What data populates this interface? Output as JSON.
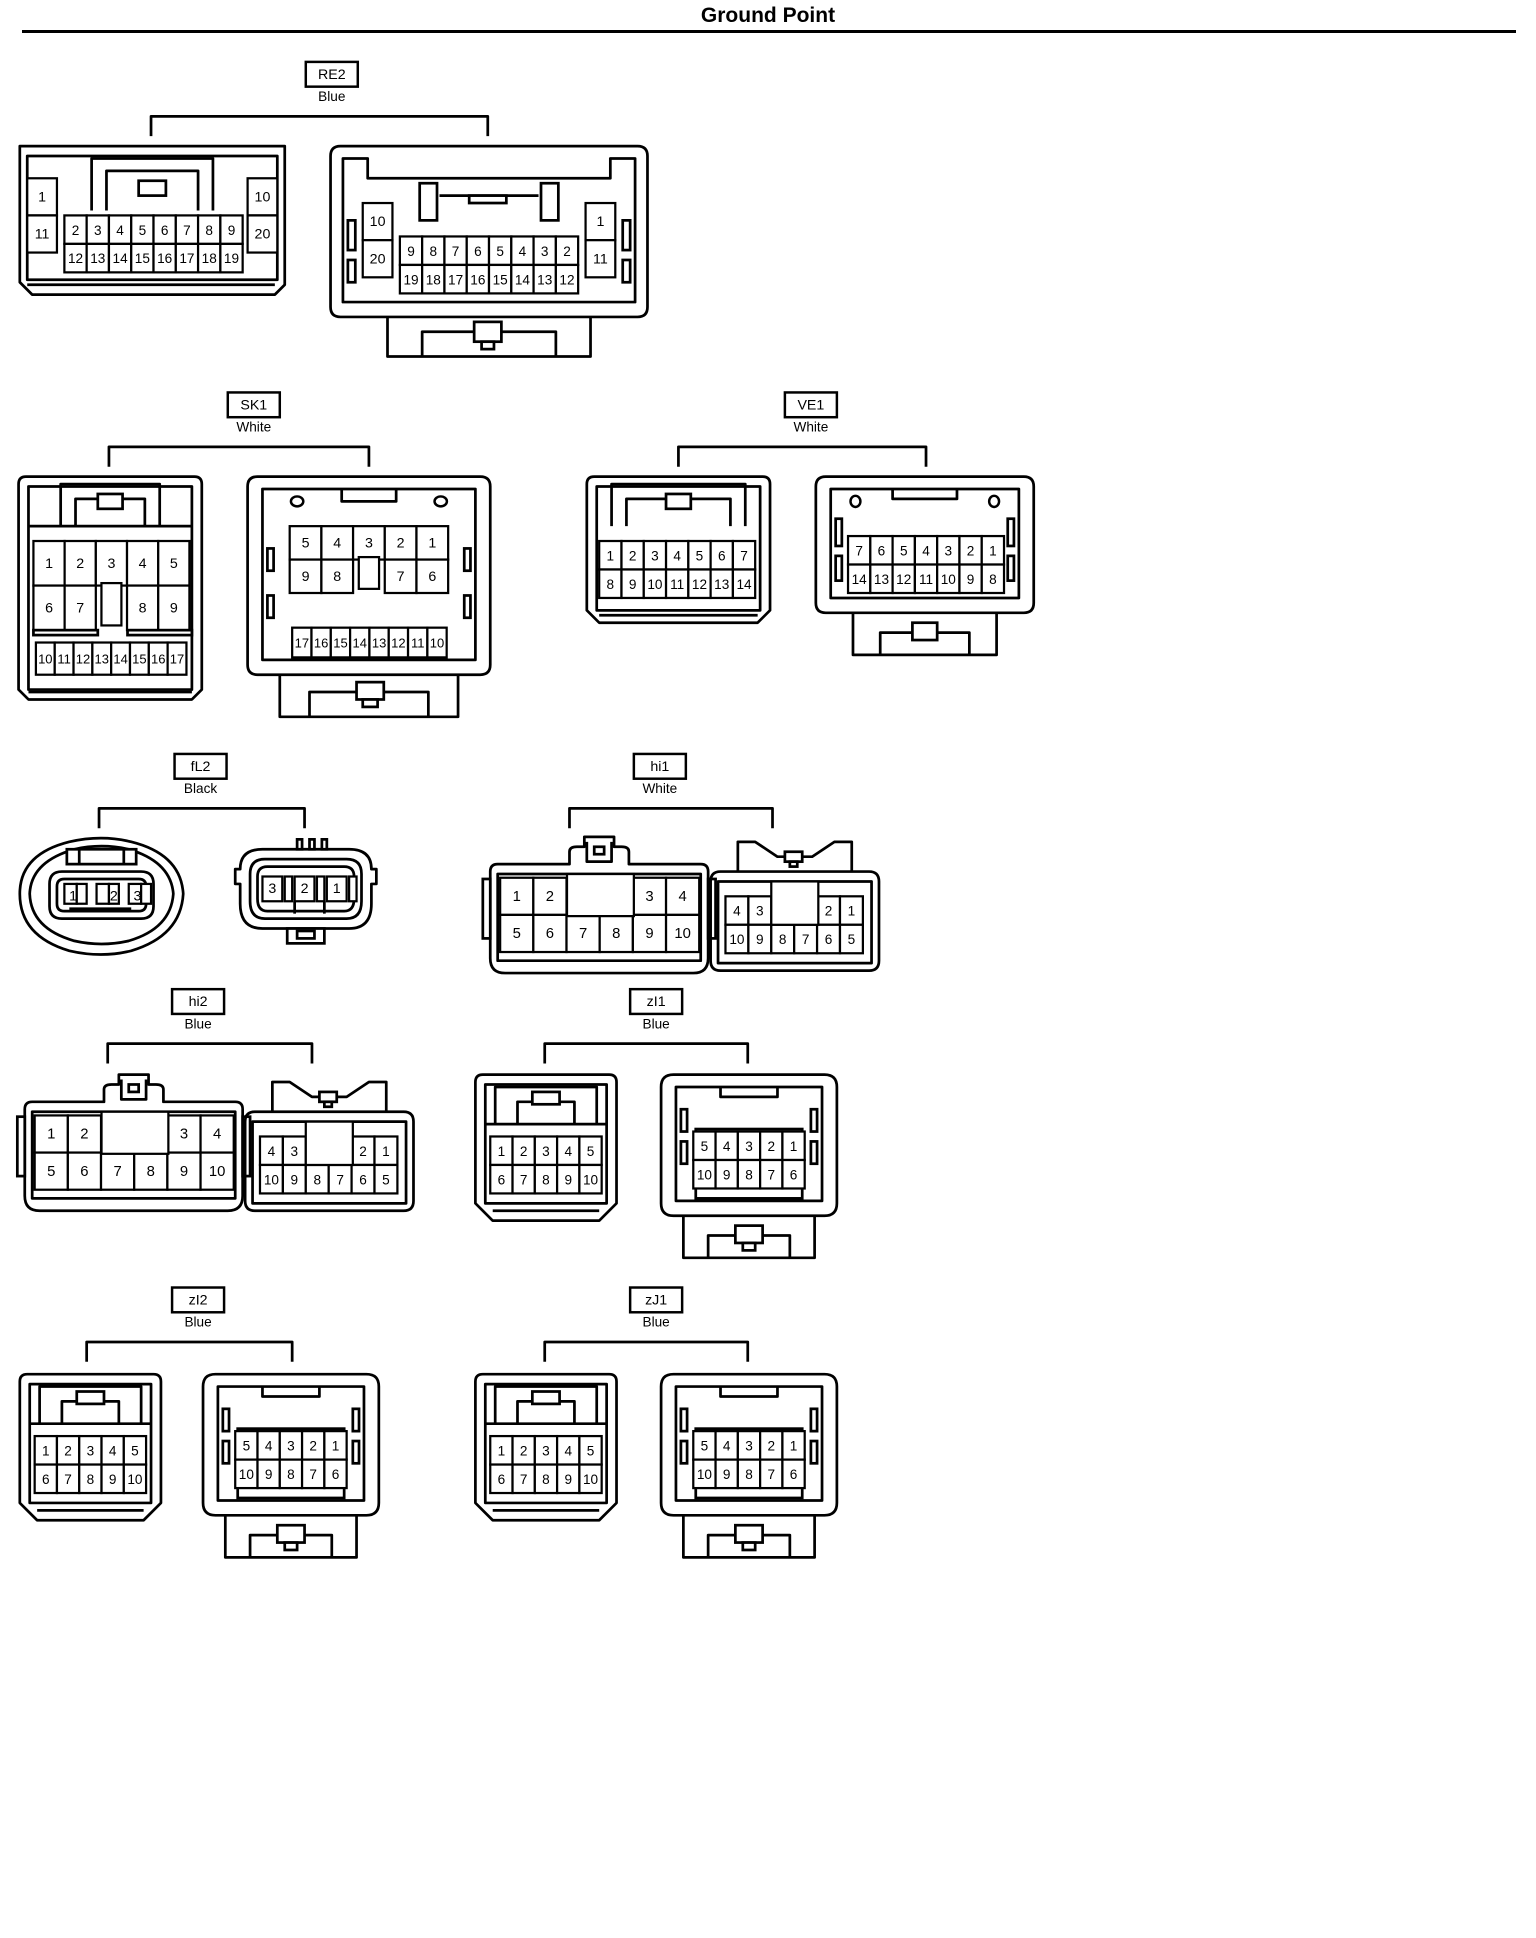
{
  "title": "Ground Point",
  "groups": [
    {
      "id": "RE2",
      "label": "RE2",
      "color": "Blue",
      "connectors": [
        {
          "kind": "re2-a",
          "rows": [
            [
              "2",
              "3",
              "4",
              "5",
              "6",
              "7",
              "8",
              "9"
            ],
            [
              "12",
              "13",
              "14",
              "15",
              "16",
              "17",
              "18",
              "19"
            ]
          ],
          "left": [
            "1",
            "11"
          ],
          "right": [
            "10",
            "20"
          ]
        },
        {
          "kind": "re2-b",
          "rows": [
            [
              "9",
              "8",
              "7",
              "6",
              "5",
              "4",
              "3",
              "2"
            ],
            [
              "19",
              "18",
              "17",
              "16",
              "15",
              "14",
              "13",
              "12"
            ]
          ],
          "left": [
            "10",
            "20"
          ],
          "right": [
            "1",
            "11"
          ]
        }
      ]
    },
    {
      "id": "SK1",
      "label": "SK1",
      "color": "White",
      "connectors": [
        {
          "kind": "sk1-a",
          "rows": [
            [
              "1",
              "2",
              "3",
              "4",
              "5"
            ],
            [
              "6",
              "7",
              "",
              "8",
              "9"
            ]
          ],
          "bottom": [
            "10",
            "11",
            "12",
            "13",
            "14",
            "15",
            "16",
            "17"
          ]
        },
        {
          "kind": "sk1-b",
          "rows": [
            [
              "5",
              "4",
              "3",
              "2",
              "1"
            ],
            [
              "9",
              "8",
              "",
              "7",
              "6"
            ]
          ],
          "bottom": [
            "17",
            "16",
            "15",
            "14",
            "13",
            "12",
            "11",
            "10"
          ]
        }
      ]
    },
    {
      "id": "VE1",
      "label": "VE1",
      "color": "White",
      "connectors": [
        {
          "kind": "ve1-a",
          "rows": [
            [
              "1",
              "2",
              "3",
              "4",
              "5",
              "6",
              "7"
            ],
            [
              "8",
              "9",
              "10",
              "11",
              "12",
              "13",
              "14"
            ]
          ]
        },
        {
          "kind": "ve1-b",
          "rows": [
            [
              "7",
              "6",
              "5",
              "4",
              "3",
              "2",
              "1"
            ],
            [
              "14",
              "13",
              "12",
              "11",
              "10",
              "9",
              "8"
            ]
          ]
        }
      ]
    },
    {
      "id": "fL2",
      "label": "fL2",
      "color": "Black",
      "connectors": [
        {
          "kind": "fl2-a",
          "rows": [
            [
              "1",
              "2",
              "3"
            ]
          ]
        },
        {
          "kind": "fl2-b",
          "rows": [
            [
              "3",
              "2",
              "1"
            ]
          ]
        }
      ]
    },
    {
      "id": "hi1",
      "label": "hi1",
      "color": "White",
      "connectors": [
        {
          "kind": "hi-a",
          "rows": [
            [
              "1",
              "2",
              "",
              "",
              "3",
              "4"
            ],
            [
              "5",
              "6",
              "7",
              "8",
              "9",
              "10"
            ]
          ]
        },
        {
          "kind": "hi-b",
          "rows": [
            [
              "4",
              "3",
              "",
              "",
              "2",
              "1"
            ],
            [
              "10",
              "9",
              "8",
              "7",
              "6",
              "5"
            ]
          ]
        }
      ]
    },
    {
      "id": "hi2",
      "label": "hi2",
      "color": "Blue",
      "connectors": [
        {
          "kind": "hi-a",
          "rows": [
            [
              "1",
              "2",
              "",
              "",
              "3",
              "4"
            ],
            [
              "5",
              "6",
              "7",
              "8",
              "9",
              "10"
            ]
          ]
        },
        {
          "kind": "hi-b",
          "rows": [
            [
              "4",
              "3",
              "",
              "",
              "2",
              "1"
            ],
            [
              "10",
              "9",
              "8",
              "7",
              "6",
              "5"
            ]
          ]
        }
      ]
    },
    {
      "id": "zI1",
      "label": "zI1",
      "color": "Blue",
      "connectors": [
        {
          "kind": "z-a",
          "rows": [
            [
              "1",
              "2",
              "3",
              "4",
              "5"
            ],
            [
              "6",
              "7",
              "8",
              "9",
              "10"
            ]
          ]
        },
        {
          "kind": "z-b",
          "rows": [
            [
              "5",
              "4",
              "3",
              "2",
              "1"
            ],
            [
              "10",
              "9",
              "8",
              "7",
              "6"
            ]
          ]
        }
      ]
    },
    {
      "id": "zI2",
      "label": "zI2",
      "color": "Blue",
      "connectors": [
        {
          "kind": "z-a",
          "rows": [
            [
              "1",
              "2",
              "3",
              "4",
              "5"
            ],
            [
              "6",
              "7",
              "8",
              "9",
              "10"
            ]
          ]
        },
        {
          "kind": "z-b",
          "rows": [
            [
              "5",
              "4",
              "3",
              "2",
              "1"
            ],
            [
              "10",
              "9",
              "8",
              "7",
              "6"
            ]
          ]
        }
      ]
    },
    {
      "id": "zJ1",
      "label": "zJ1",
      "color": "Blue",
      "connectors": [
        {
          "kind": "z-a",
          "rows": [
            [
              "1",
              "2",
              "3",
              "4",
              "5"
            ],
            [
              "6",
              "7",
              "8",
              "9",
              "10"
            ]
          ]
        },
        {
          "kind": "z-b",
          "rows": [
            [
              "5",
              "4",
              "3",
              "2",
              "1"
            ],
            [
              "10",
              "9",
              "8",
              "7",
              "6"
            ]
          ]
        }
      ]
    }
  ]
}
